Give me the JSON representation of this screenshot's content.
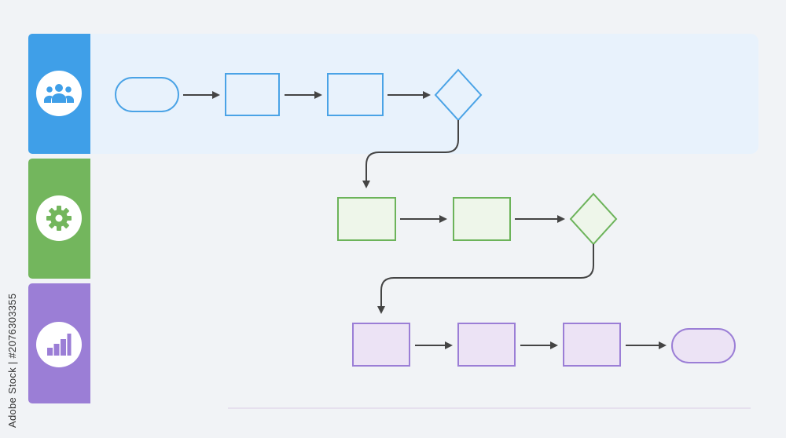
{
  "watermark": {
    "provider": "Adobe Stock",
    "id": "2076303355",
    "text": "Adobe Stock | #2076303355"
  },
  "lanes": [
    {
      "id": "people",
      "icon": "users-group-icon",
      "color": "#3f9fe8",
      "band": "#e8f2fc",
      "stroke": "#4aa3e6",
      "fill": "#e8f2fc"
    },
    {
      "id": "process",
      "icon": "gear-icon",
      "color": "#73b65d",
      "band": "#f1f3f6",
      "stroke": "#6cb35a",
      "fill": "#eef6ea"
    },
    {
      "id": "analytics",
      "icon": "bar-chart-icon",
      "color": "#9b7ed6",
      "band": "#f1f3f6",
      "stroke": "#9b7ed6",
      "fill": "#ece3f5"
    }
  ],
  "flow": {
    "lane1": [
      "start",
      "process",
      "process",
      "decision"
    ],
    "lane2": [
      "process",
      "process",
      "decision"
    ],
    "lane3": [
      "process",
      "process",
      "process",
      "end"
    ]
  },
  "connector_color": "#444444"
}
